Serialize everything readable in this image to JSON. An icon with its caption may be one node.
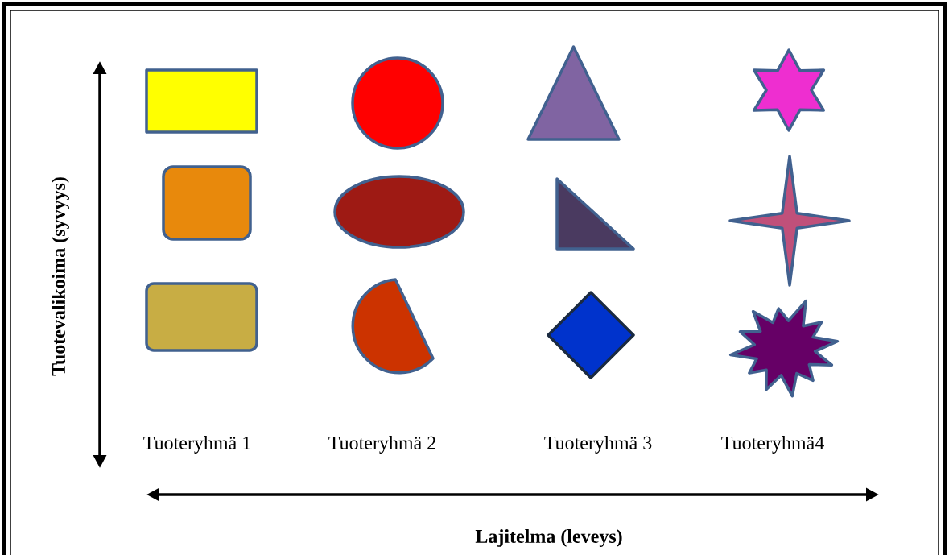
{
  "diagram": {
    "nodes": [
      {
        "text": [],
        "shape": "box"
      },
      {
        "text": [],
        "shape": "box"
      },
      {
        "text": [],
        "shape": "box"
      },
      {
        "text": [],
        "shape": "circle"
      },
      {
        "text": [],
        "shape": "ellipse"
      },
      {
        "text": [],
        "shape": "circle"
      },
      {
        "text": [],
        "shape": "triangle"
      },
      {
        "text": [],
        "shape": "triangle"
      },
      {
        "text": [],
        "shape": "diamond"
      },
      {
        "text": [],
        "shape": "star"
      },
      {
        "text": [],
        "shape": "star"
      },
      {
        "text": [],
        "shape": "star"
      }
    ],
    "labels": [
      "Tuoteryhmä 1",
      "Tuoteryhmä 2",
      "Tuoteryhmä 3",
      "Tuoteryhmä4",
      "Tuotevalikoima (syvyys)",
      "Lajitelma (leveys)"
    ]
  }
}
